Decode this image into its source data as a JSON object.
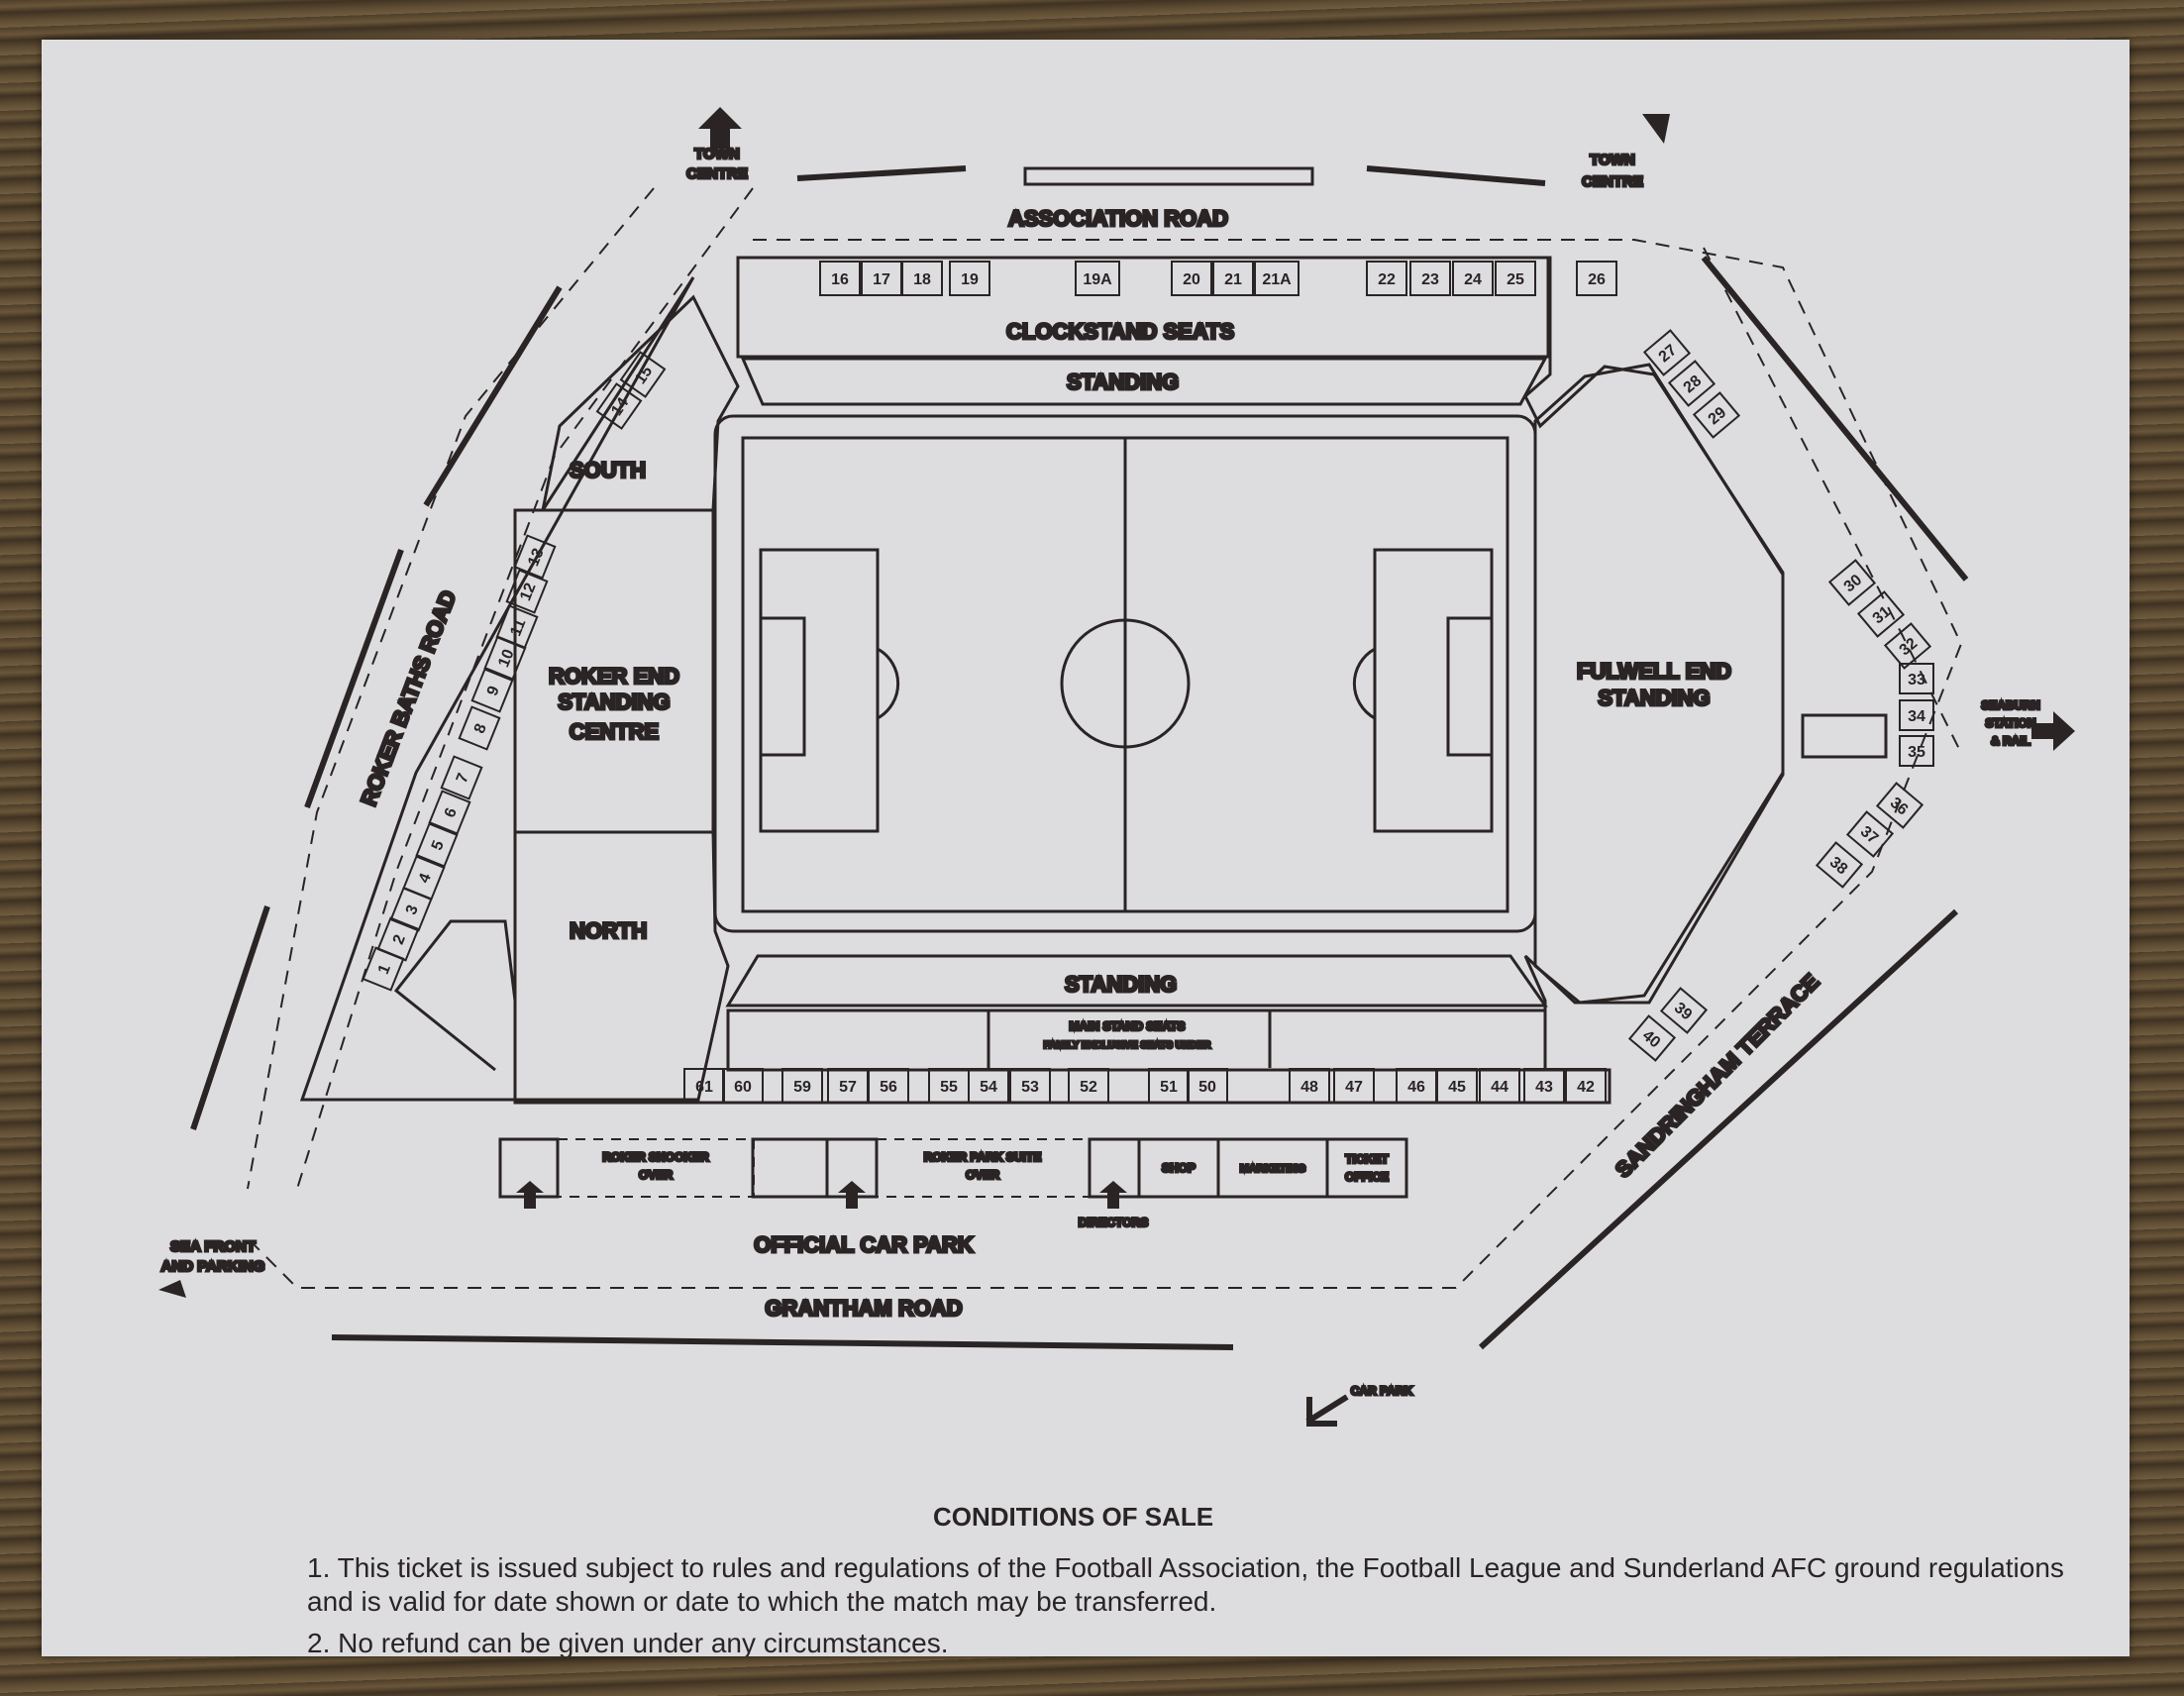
{
  "roads": {
    "association": "ASSOCIATION ROAD",
    "roker_baths": "ROKER BATHS ROAD",
    "sandringham": "SANDRINGHAM TERRACE",
    "grantham": "GRANTHAM ROAD"
  },
  "directions": {
    "town_centre_line1": "TOWN",
    "town_centre_line2": "CENTRE",
    "seaburn_1": "SEABURN",
    "seaburn_2": "STATION",
    "seaburn_3": "& RAIL",
    "sea_front_1": "SEA FRONT",
    "sea_front_2": "AND PARKING",
    "car_park": "CAR PARK"
  },
  "areas": {
    "clockstand": "CLOCKSTAND SEATS",
    "standing": "STANDING",
    "south": "SOUTH",
    "roker_1": "ROKER END",
    "roker_2": "STANDING",
    "roker_3": "CENTRE",
    "north": "NORTH",
    "fulwell_1": "FULWELL END",
    "fulwell_2": "STANDING",
    "main_stand_1": "MAIN STAND SEATS",
    "main_stand_2": "FAMILY EXCLUSIVE SEATS UNDER",
    "snooker_1": "ROKER SNOOKER",
    "snooker_2": "OVER",
    "suite_1": "ROKER PARK SUITE",
    "suite_2": "OVER",
    "shop": "SHOP",
    "marketing": "MARKETING",
    "ticket_1": "TICKET",
    "ticket_2": "OFFICE",
    "directors": "DIRECTORS",
    "official_car_park": "OFFICIAL CAR PARK"
  },
  "gates": {
    "top": [
      "16",
      "17",
      "18",
      "19",
      "19A",
      "20",
      "21",
      "21A",
      "22",
      "23",
      "24",
      "25",
      "26"
    ],
    "bottom": [
      "61",
      "60",
      "59",
      "57",
      "56",
      "55",
      "54",
      "53",
      "52",
      "51",
      "50",
      "48",
      "47",
      "46",
      "45",
      "44",
      "43",
      "42"
    ],
    "left": [
      "1",
      "2",
      "3",
      "4",
      "5",
      "6",
      "7",
      "8",
      "9",
      "10",
      "11",
      "12",
      "13"
    ],
    "south_corner": [
      "14",
      "15"
    ],
    "ne": [
      "27",
      "28",
      "29"
    ],
    "east": [
      "30",
      "31",
      "32",
      "33",
      "34",
      "35",
      "36",
      "37",
      "38"
    ],
    "se": [
      "40",
      "39"
    ]
  },
  "conditions": {
    "title": "CONDITIONS OF SALE",
    "item1": "1.   This ticket is issued subject to rules and regulations of the Football Association, the Football League and Sunderland AFC ground regulations and is valid for date shown or date to which the match may be transferred.",
    "item2": "2.   No refund can be given under any circumstances."
  }
}
